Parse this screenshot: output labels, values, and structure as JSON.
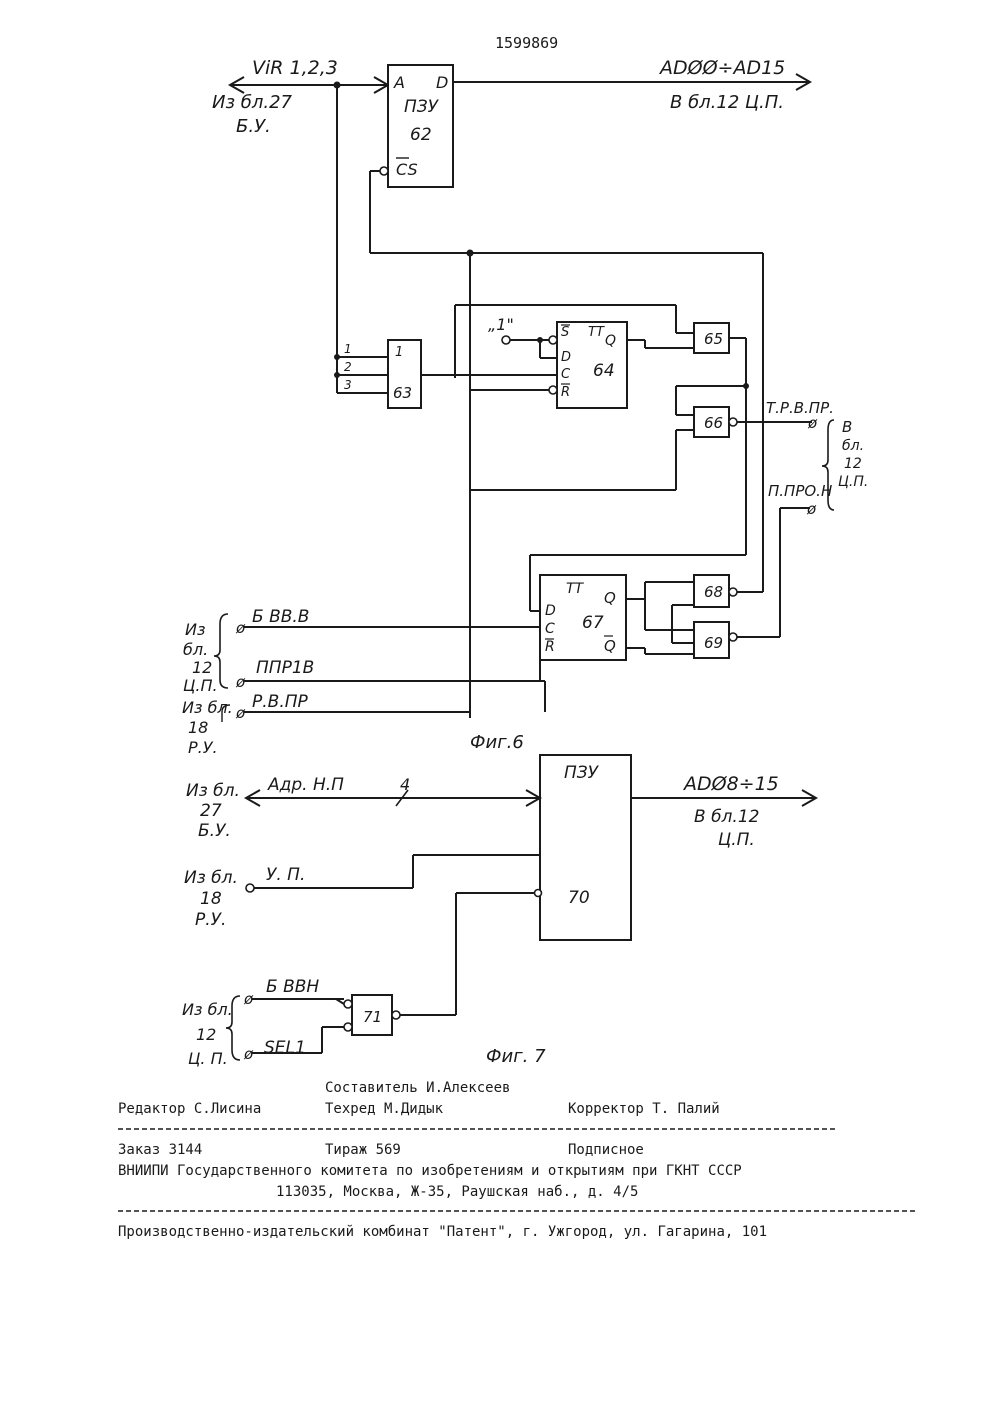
{
  "header": {
    "patent_number": "1599869"
  },
  "fig6": {
    "caption": "Фиг.6",
    "top_bus": {
      "in_label": "ViR 1,2,3",
      "in_source_line1": "Из бл.27",
      "in_source_line2": "Б.У.",
      "out_label": "ADØØ÷AD15",
      "out_target": "В бл.12 Ц.П."
    },
    "rom62": {
      "pin_a": "A",
      "pin_d": "D",
      "name": "ПЗУ",
      "number": "62",
      "pin_cs": "CS"
    },
    "or63": {
      "symbol": "1",
      "number": "63",
      "inputs": [
        "1",
        "2",
        "3"
      ]
    },
    "trig64": {
      "const_label": "„1\"",
      "type": "TT",
      "pin_s": "S",
      "pin_d": "D",
      "pin_c": "C",
      "pin_r": "R",
      "pin_q": "Q",
      "number": "64"
    },
    "gates": {
      "g65": "65",
      "g66": "66",
      "g68": "68",
      "g69": "69"
    },
    "trig67": {
      "type": "TT",
      "pin_d": "D",
      "pin_c": "C",
      "pin_r": "R",
      "pin_q": "Q",
      "pin_nq": "Q",
      "number": "67"
    },
    "outputs": {
      "trvpr": "Т.Р.В.ПР.",
      "ppron": "П.ПРО.Н",
      "target_lines": [
        "В",
        "бл.",
        "12",
        "Ц.П."
      ]
    },
    "inputs": {
      "bvvv": "Б ВВ.В",
      "ppr1v": "ППР1В",
      "rvpr": "Р.В.ПР",
      "src12_lines": [
        "Из",
        "бл.",
        "12",
        "Ц.П."
      ],
      "src18_lines": [
        "Из бл.",
        "18",
        "Р.У."
      ]
    }
  },
  "fig7": {
    "caption": "Фиг. 7",
    "rom70": {
      "name": "ПЗУ",
      "number": "70"
    },
    "addr_bus": {
      "label": "Адр. Н.П",
      "width": "4",
      "src_lines": [
        "Из бл.",
        "27",
        "Б.У."
      ]
    },
    "up_input": {
      "label": "У. П.",
      "src_lines": [
        "Из бл.",
        "18",
        "Р.У."
      ]
    },
    "out_bus": {
      "label": "ADØ8÷15",
      "target_lines": [
        "В бл.12",
        "Ц.П."
      ]
    },
    "gate71": {
      "number": "71"
    },
    "inputs": {
      "bvvn": "Б ВВН",
      "sel1": "SEL1",
      "src_lines": [
        "Из бл.",
        "12",
        "Ц. П."
      ]
    }
  },
  "footer": {
    "compiler": "Составитель И.Алексеев",
    "editor": "Редактор С.Лисина",
    "techred": "Техред М.Дидык",
    "corrector": "Корректор Т. Палий",
    "order": "Заказ 3144",
    "circulation": "Тираж 569",
    "subscription": "Подписное",
    "vniipi": "ВНИИПИ Государственного комитета по изобретениям и открытиям при ГКНТ СССР",
    "address": "113035, Москва, Ж-35, Раушская наб., д. 4/5",
    "publisher": "Производственно-издательский комбинат \"Патент\", г. Ужгород, ул. Гагарина, 101"
  }
}
